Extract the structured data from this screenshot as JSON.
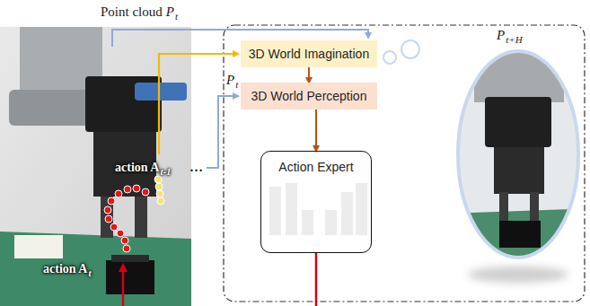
{
  "diagram": {
    "nodes": [
      {
        "text": [
          "3D World Imagination"
        ]
      },
      {
        "text": [
          "3D World Perception"
        ]
      },
      {
        "text": [
          "Action Expert"
        ]
      }
    ],
    "edges": [
      {
        "from": 0,
        "to": 1,
        "arrow": "to"
      },
      {
        "from": 1,
        "to": 2,
        "arrow": "to"
      }
    ],
    "labels": [
      "Point cloud",
      "P",
      "t",
      "action A",
      "t-1",
      "…",
      "P",
      "t",
      "action A",
      "t",
      "P",
      "t+H"
    ]
  }
}
